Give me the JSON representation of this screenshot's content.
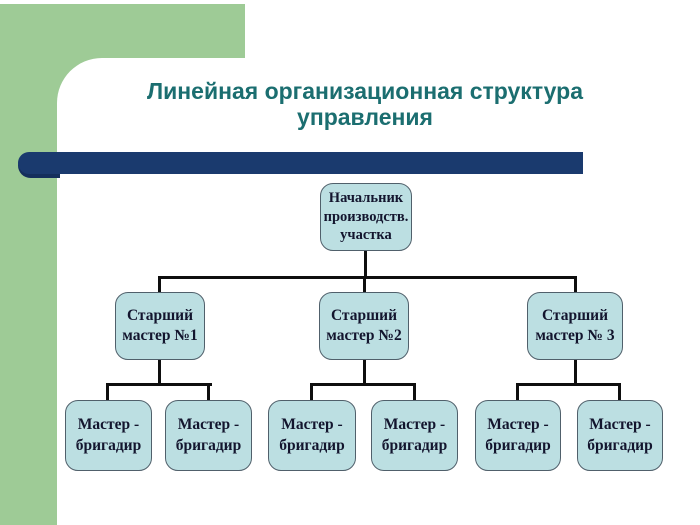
{
  "slide": {
    "title": "Линейная организационная структура управления",
    "colors": {
      "accent_green": "#9ecb96",
      "accent_navy": "#1a3a6e",
      "title_teal": "#1b6e70",
      "box_fill": "#bcdfe2",
      "box_border": "#50606b",
      "connector": "#0e0e0e"
    },
    "org_chart": {
      "root": {
        "label": "Начальник\nпроизводств.\nучастка"
      },
      "level2": [
        {
          "label": "Старший\nмастер №1"
        },
        {
          "label": "Старший\nмастер №2"
        },
        {
          "label": "Старший\nмастер № 3"
        }
      ],
      "level3": [
        {
          "label": "Мастер -\nбригадир"
        },
        {
          "label": "Мастер -\nбригадир"
        },
        {
          "label": "Мастер -\nбригадир"
        },
        {
          "label": "Мастер -\nбригадир"
        },
        {
          "label": "Мастер -\nбригадир"
        },
        {
          "label": "Мастер -\nбригадир"
        }
      ]
    }
  }
}
